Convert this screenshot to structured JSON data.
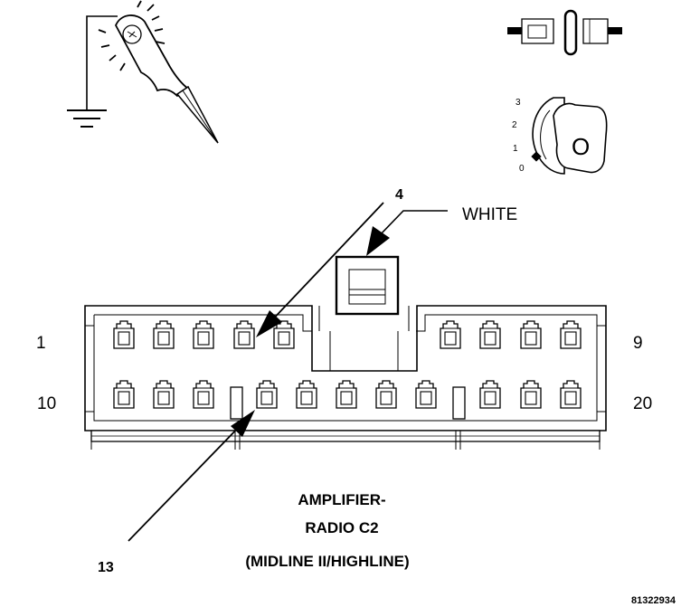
{
  "icons": {
    "probe": "test-probe-icon",
    "ground": "ground-symbol-icon",
    "connector": "disconnected-connector-icon",
    "ignition": "ignition-key-icon"
  },
  "ignition": {
    "positions": [
      "3",
      "2",
      "1",
      "0"
    ],
    "key_label": "O"
  },
  "connector": {
    "pin_left_top": "1",
    "pin_right_top": "9",
    "pin_left_bottom": "10",
    "pin_right_bottom": "20",
    "callout_top": "4",
    "callout_bottom": "13",
    "color_label": "WHITE"
  },
  "caption": {
    "line1": "AMPLIFIER-",
    "line2": "RADIO C2",
    "line3": "(MIDLINE II/HIGHLINE)"
  },
  "figure_id": "81322934"
}
